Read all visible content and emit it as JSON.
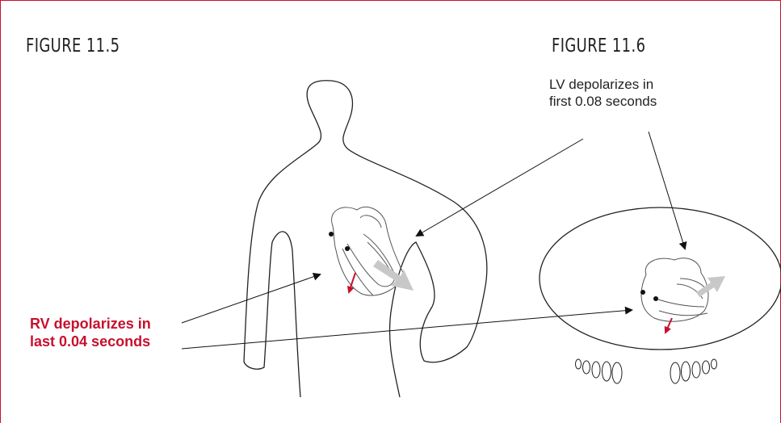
{
  "figures": {
    "left": {
      "title": "FIGURE 11.5"
    },
    "right": {
      "title": "FIGURE 11.6"
    }
  },
  "annotations": {
    "lv": {
      "line1": "LV depolarizes in",
      "line2": "first 0.08 seconds"
    },
    "rv": {
      "line1": "RV depolarizes in",
      "line2": "last 0.04 seconds"
    }
  },
  "colors": {
    "accent_red": "#c8102e",
    "outline": "#222222",
    "vector_gray": "#c8c8c8"
  }
}
